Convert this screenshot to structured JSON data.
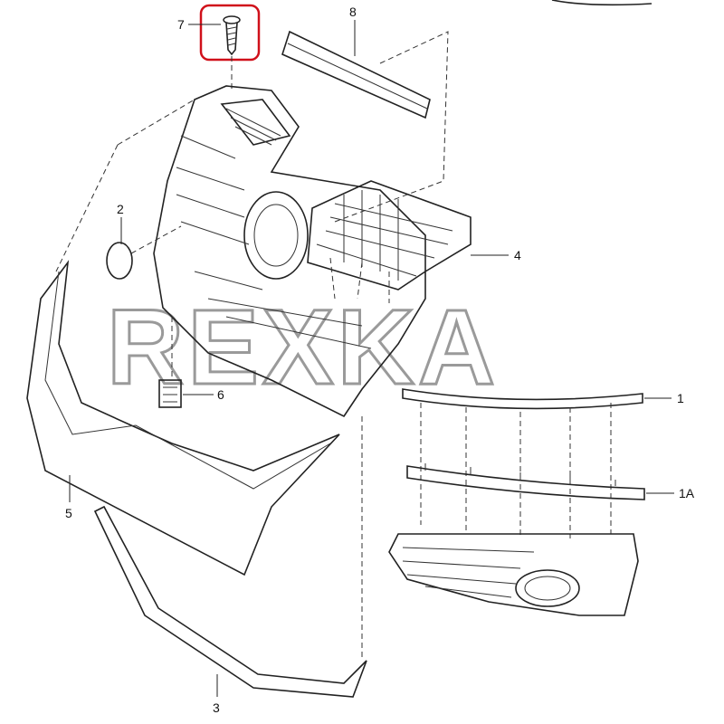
{
  "diagram": {
    "watermark": "REXKA",
    "highlight_color": "#d0101a",
    "callouts": [
      {
        "id": "7",
        "part": "screw"
      },
      {
        "id": "8",
        "part": "upper-trim-strip"
      },
      {
        "id": "2",
        "part": "cap"
      },
      {
        "id": "4",
        "part": "grille-insert"
      },
      {
        "id": "6",
        "part": "clip"
      },
      {
        "id": "1",
        "part": "trim-strip"
      },
      {
        "id": "1A",
        "part": "trim-strip-alt"
      },
      {
        "id": "5",
        "part": "bumper-cover"
      },
      {
        "id": "3",
        "part": "lower-trim-strip"
      }
    ]
  }
}
